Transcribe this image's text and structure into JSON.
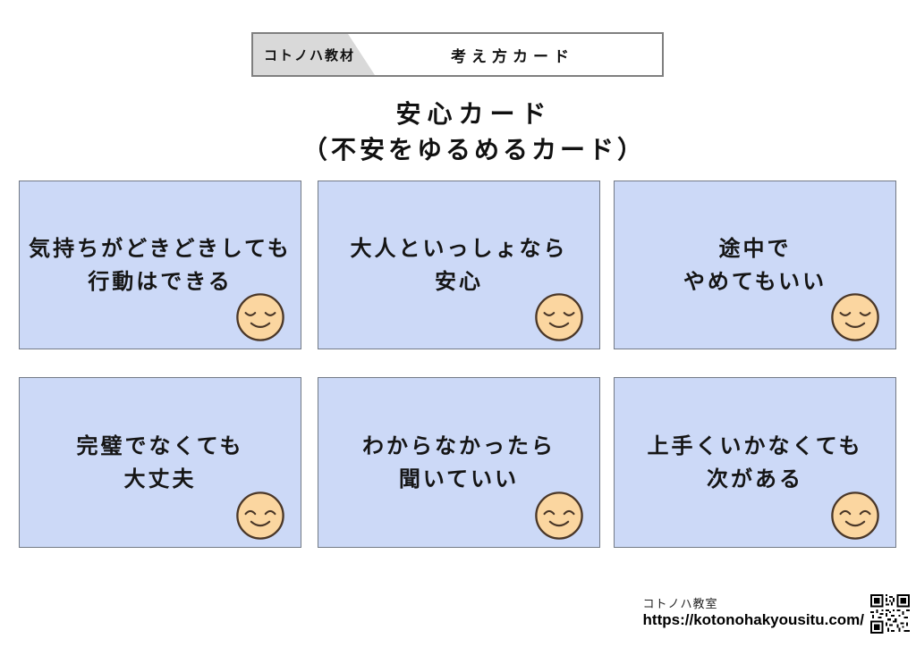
{
  "header": {
    "brand": "コトノハ教材",
    "category": "考え方カード"
  },
  "title": {
    "line1": "安心カード",
    "line2": "（不安をゆるめるカード）"
  },
  "cards": [
    {
      "line1": "気持ちがどきどきしても",
      "line2": "行動はできる",
      "face": "relieved"
    },
    {
      "line1": "大人といっしょなら",
      "line2": "安心",
      "face": "relieved"
    },
    {
      "line1": "途中で",
      "line2": "やめてもいい",
      "face": "relieved"
    },
    {
      "line1": "完璧でなくても",
      "line2": "大丈夫",
      "face": "happy"
    },
    {
      "line1": "わからなかったら",
      "line2": "聞いていい",
      "face": "happy"
    },
    {
      "line1": "上手くいかなくても",
      "line2": "次がある",
      "face": "happy"
    }
  ],
  "footer": {
    "site_name": "コトノハ教室",
    "url": "https://kotonohakyousitu.com/"
  },
  "colors": {
    "card_bg": "#ccd9f7",
    "card_border": "#737a86",
    "header_gray": "#d9d9d9",
    "header_border": "#7f7f7f",
    "face_fill": "#fbd6a0",
    "face_stroke": "#4a3728"
  }
}
